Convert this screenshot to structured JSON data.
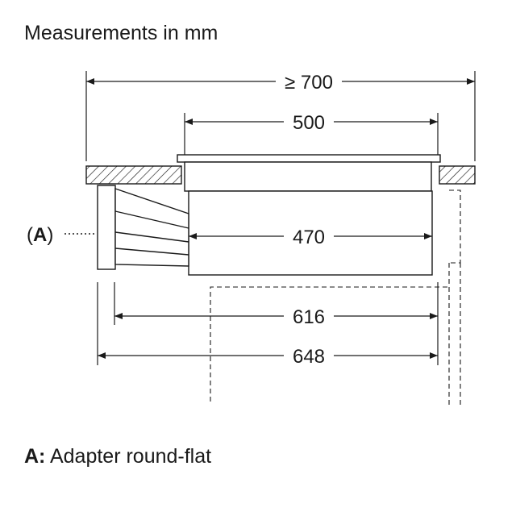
{
  "title": "Measurements in mm",
  "dimensions": {
    "min_width": "≥ 700",
    "glass_width": "500",
    "body_width": "470",
    "depth_inner": "616",
    "depth_outer": "648"
  },
  "callout": {
    "open": "(",
    "letter": "A",
    "close": ")"
  },
  "legend": {
    "key": "A:",
    "text": "Adapter round-flat"
  }
}
